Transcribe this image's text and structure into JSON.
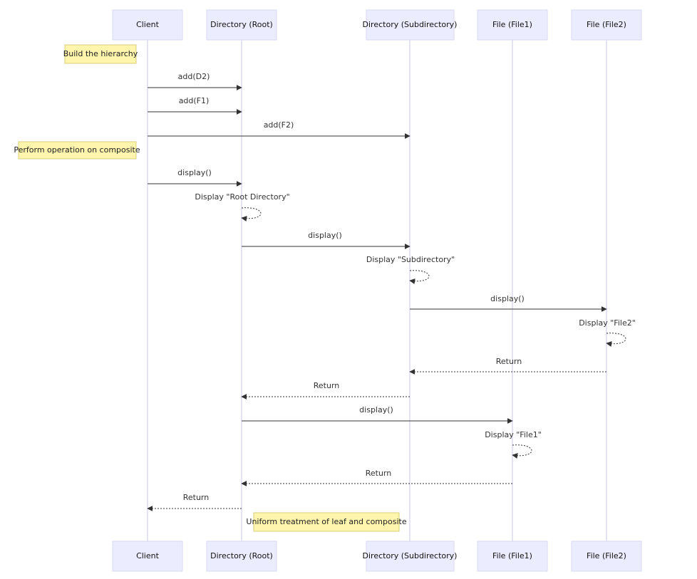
{
  "actors": [
    {
      "id": "client",
      "label": "Client"
    },
    {
      "id": "root",
      "label": "Directory (Root)"
    },
    {
      "id": "sub",
      "label": "Directory (Subdirectory)"
    },
    {
      "id": "file1",
      "label": "File (File1)"
    },
    {
      "id": "file2",
      "label": "File (File2)"
    }
  ],
  "notes": [
    {
      "text": "Build the hierarchy"
    },
    {
      "text": "Perform operation on composite"
    },
    {
      "text": "Uniform treatment of leaf and composite"
    }
  ],
  "messages": [
    {
      "from": "client",
      "to": "root",
      "text": "add(D2)",
      "style": "solid"
    },
    {
      "from": "client",
      "to": "root",
      "text": "add(F1)",
      "style": "solid"
    },
    {
      "from": "client",
      "to": "sub",
      "text": "add(F2)",
      "style": "solid"
    },
    {
      "from": "client",
      "to": "root",
      "text": "display()",
      "style": "solid"
    },
    {
      "from": "root",
      "to": "root",
      "text": "Display \"Root Directory\"",
      "style": "dotted"
    },
    {
      "from": "root",
      "to": "sub",
      "text": "display()",
      "style": "solid"
    },
    {
      "from": "sub",
      "to": "sub",
      "text": "Display \"Subdirectory\"",
      "style": "dotted"
    },
    {
      "from": "sub",
      "to": "file2",
      "text": "display()",
      "style": "solid"
    },
    {
      "from": "file2",
      "to": "file2",
      "text": "Display \"File2\"",
      "style": "dotted"
    },
    {
      "from": "file2",
      "to": "sub",
      "text": "Return",
      "style": "dotted"
    },
    {
      "from": "sub",
      "to": "root",
      "text": "Return",
      "style": "dotted"
    },
    {
      "from": "root",
      "to": "file1",
      "text": "display()",
      "style": "solid"
    },
    {
      "from": "file1",
      "to": "file1",
      "text": "Display \"File1\"",
      "style": "dotted"
    },
    {
      "from": "file1",
      "to": "root",
      "text": "Return",
      "style": "dotted"
    },
    {
      "from": "root",
      "to": "client",
      "text": "Return",
      "style": "dotted"
    }
  ]
}
